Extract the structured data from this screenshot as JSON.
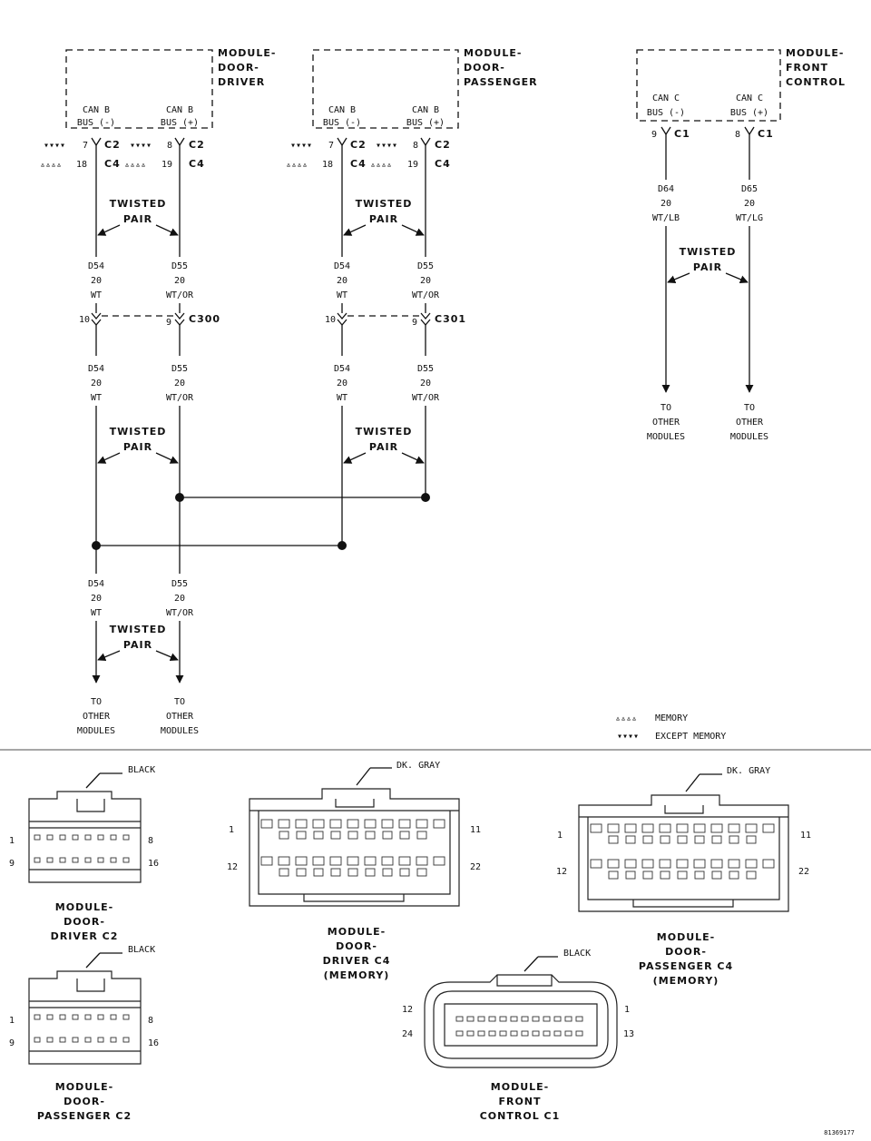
{
  "modules": {
    "driver": {
      "name": [
        "MODULE-",
        "DOOR-",
        "DRIVER"
      ],
      "pin_left": [
        "CAN B",
        "BUS (-)"
      ],
      "pin_right": [
        "CAN B",
        "BUS (+)"
      ]
    },
    "passenger": {
      "name": [
        "MODULE-",
        "DOOR-",
        "PASSENGER"
      ],
      "pin_left": [
        "CAN B",
        "BUS (-)"
      ],
      "pin_right": [
        "CAN B",
        "BUS (+)"
      ]
    },
    "front_control": {
      "name": [
        "MODULE-",
        "FRONT",
        "CONTROL"
      ],
      "pin_left": [
        "CAN C",
        "BUS (-)"
      ],
      "pin_right": [
        "CAN C",
        "BUS (+)"
      ]
    }
  },
  "cavities": {
    "except_sym": "▾▾▾▾",
    "memory_sym": "▵▵▵▵",
    "driver": {
      "c2_left": "7",
      "c2_right": "8",
      "c4_left": "18",
      "c4_right": "19",
      "c2": "C2",
      "c4": "C4"
    },
    "passenger": {
      "c2_left": "7",
      "c2_right": "8",
      "c4_left": "18",
      "c4_right": "19",
      "c2": "C2",
      "c4": "C4"
    },
    "front_control": {
      "left": "9",
      "right": "8",
      "conn": "C1"
    }
  },
  "twisted_pair": [
    "TWISTED",
    "PAIR"
  ],
  "wires": {
    "d54": [
      "D54",
      "20",
      "WT"
    ],
    "d55": [
      "D55",
      "20",
      "WT/OR"
    ],
    "d64": [
      "D64",
      "20",
      "WT/LB"
    ],
    "d65": [
      "D65",
      "20",
      "WT/LG"
    ]
  },
  "inline_connectors": {
    "c300": {
      "name": "C300",
      "left": "10",
      "right": "9"
    },
    "c301": {
      "name": "C301",
      "left": "10",
      "right": "9"
    }
  },
  "destination": [
    "TO",
    "OTHER",
    "MODULES"
  ],
  "legend": {
    "memory": "MEMORY",
    "except_memory": "EXCEPT MEMORY"
  },
  "connector_views": {
    "driver_c2": {
      "color": "BLACK",
      "pins": [
        "1",
        "8",
        "9",
        "16"
      ],
      "caption": [
        "MODULE-",
        "DOOR-",
        "DRIVER C2"
      ]
    },
    "passenger_c2": {
      "color": "BLACK",
      "pins": [
        "1",
        "8",
        "9",
        "16"
      ],
      "caption": [
        "MODULE-",
        "DOOR-",
        "PASSENGER C2"
      ]
    },
    "driver_c4": {
      "color": "DK. GRAY",
      "pins": [
        "1",
        "11",
        "12",
        "22"
      ],
      "caption": [
        "MODULE-",
        "DOOR-",
        "DRIVER C4",
        "(MEMORY)"
      ]
    },
    "passenger_c4": {
      "color": "DK. GRAY",
      "pins": [
        "1",
        "11",
        "12",
        "22"
      ],
      "caption": [
        "MODULE-",
        "DOOR-",
        "PASSENGER C4",
        "(MEMORY)"
      ]
    },
    "front_control_c1": {
      "color": "BLACK",
      "pins": [
        "12",
        "1",
        "24",
        "13"
      ],
      "caption": [
        "MODULE-",
        "FRONT",
        "CONTROL C1"
      ]
    }
  },
  "figure_id": "81369177"
}
